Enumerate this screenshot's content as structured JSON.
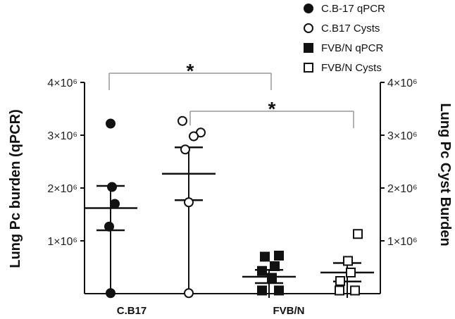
{
  "chart_data": {
    "type": "scatter",
    "title": "",
    "ylabel_left": "Lung Pc burden (qPCR)",
    "ylabel_right": "Lung Pc Cyst Burden",
    "ylim": [
      0,
      4000000
    ],
    "yticks": [
      {
        "value": 1000000,
        "label": "1×10⁶"
      },
      {
        "value": 2000000,
        "label": "2×10⁶"
      },
      {
        "value": 3000000,
        "label": "3×10⁶"
      },
      {
        "value": 4000000,
        "label": "4×10⁶"
      }
    ],
    "categories": [
      "C.B17",
      "FVB/N"
    ],
    "series": [
      {
        "name": "C.B-17 qPCR",
        "marker": "filled-circle",
        "category": "C.B17",
        "values": [
          3220000,
          2020000,
          1700000,
          1270000,
          10000
        ],
        "mean": 1620000,
        "sem_upper": 2040000,
        "sem_lower": 1200000
      },
      {
        "name": "C.B17 Cysts",
        "marker": "open-circle",
        "category": "C.B17",
        "values": [
          3270000,
          3050000,
          2980000,
          2730000,
          1730000,
          10000
        ],
        "mean": 2270000,
        "sem_upper": 2770000,
        "sem_lower": 1770000
      },
      {
        "name": "FVB/N qPCR",
        "marker": "filled-square",
        "category": "FVB/N",
        "values": [
          720000,
          700000,
          520000,
          430000,
          300000,
          60000,
          60000
        ],
        "mean": 320000,
        "sem_upper": 450000,
        "sem_lower": 200000
      },
      {
        "name": "FVB/N Cysts",
        "marker": "open-square",
        "category": "FVB/N",
        "values": [
          1130000,
          620000,
          400000,
          240000,
          60000,
          60000
        ],
        "mean": 400000,
        "sem_upper": 580000,
        "sem_lower": 230000
      }
    ],
    "significance": [
      {
        "from": "C.B-17 qPCR",
        "to": "FVB/N qPCR",
        "label": "*"
      },
      {
        "from": "C.B17 Cysts",
        "to": "FVB/N Cysts",
        "label": "*"
      }
    ],
    "legend": "top-right"
  }
}
